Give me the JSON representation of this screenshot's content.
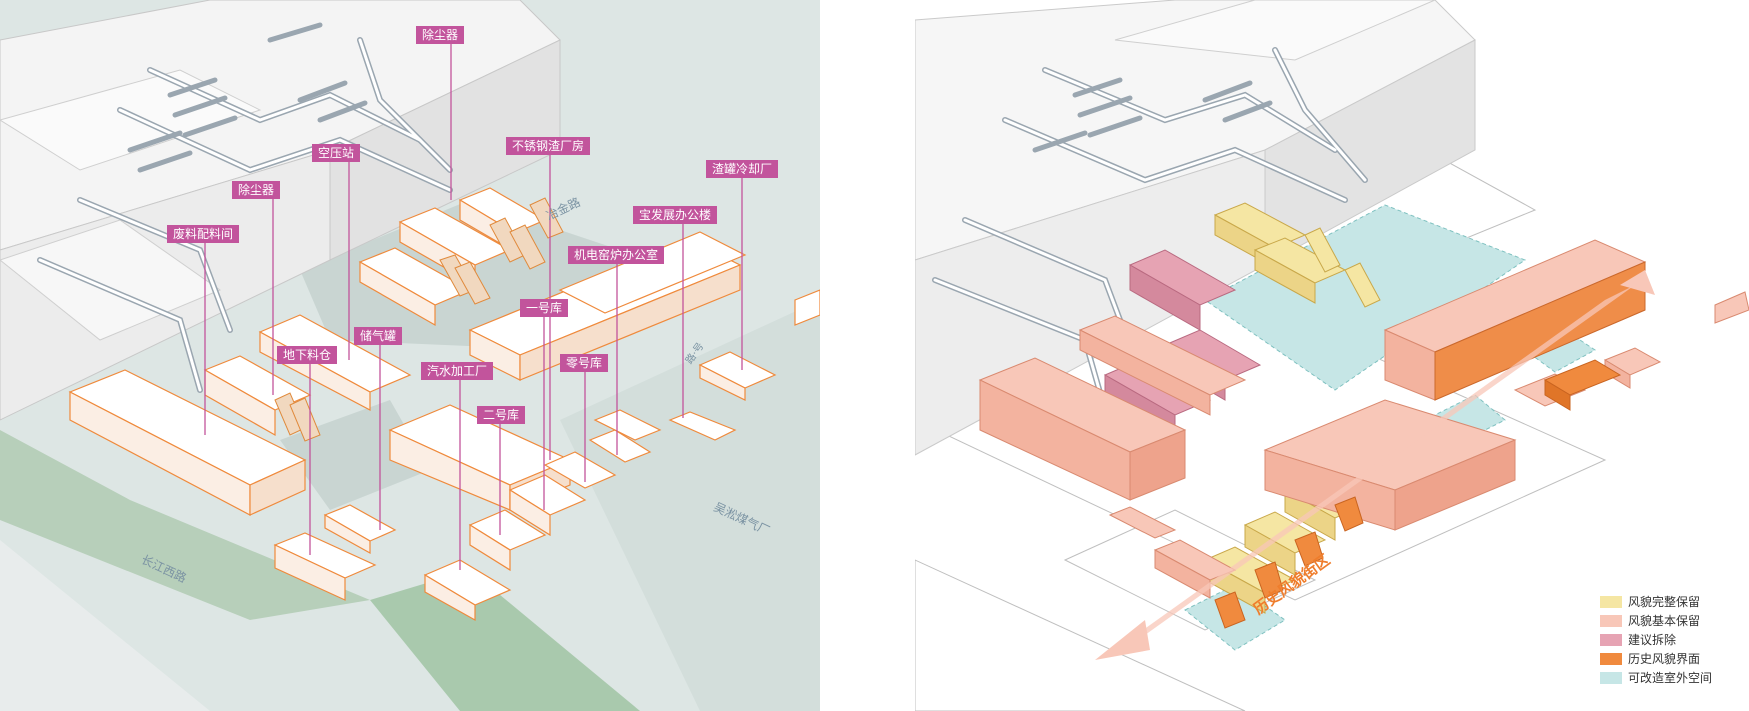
{
  "left_labels": {
    "dust1": "除尘器",
    "compressor": "空压站",
    "dust2": "除尘器",
    "steel_slag": "不锈钢渣厂房",
    "slag_tank": "渣罐冷却厂",
    "baofa": "宝发展办公楼",
    "electro": "机电窑炉办公室",
    "waste": "废料配料间",
    "wh1": "一号库",
    "gas_tank": "储气罐",
    "underground": "地下料仓",
    "wh0": "零号库",
    "auto": "汽水加工厂",
    "wh2": "二号库"
  },
  "roads": {
    "yehe": "冶金路",
    "changjiang": "长江西路",
    "wusong": "吴淞煤气厂",
    "small": "路·号"
  },
  "right": {
    "history_street": "历史风貌街区"
  },
  "legend": [
    {
      "label": "风貌完整保留",
      "color": "#f5e6a3"
    },
    {
      "label": "风貌基本保留",
      "color": "#f8c7b8"
    },
    {
      "label": "建议拆除",
      "color": "#e6a3b3"
    },
    {
      "label": "历史风貌界面",
      "color": "#f08a3e"
    },
    {
      "label": "可改造室外空间",
      "color": "#c6e6e6"
    }
  ],
  "colors": {
    "magenta": "#c2549c",
    "orange_line": "#ef8a3c",
    "teal": "#bfe3e1",
    "green": "#a9c9ad"
  }
}
